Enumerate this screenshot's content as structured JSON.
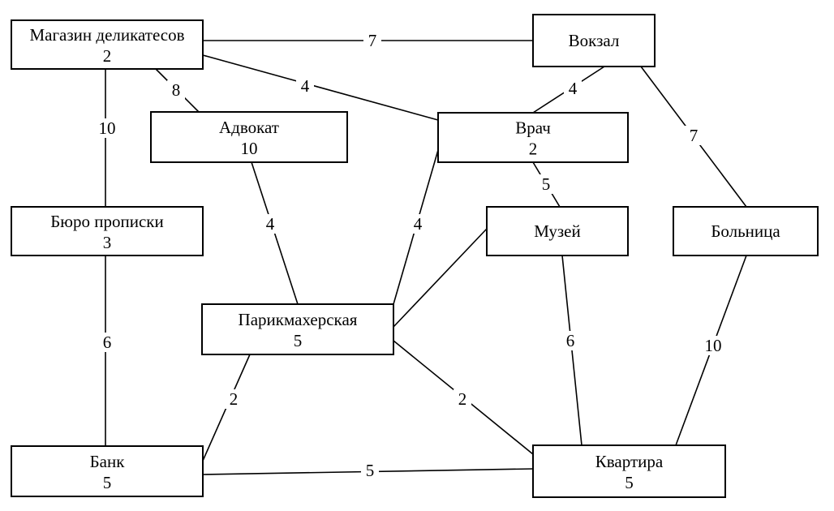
{
  "nodes": [
    {
      "id": "deli",
      "name": "Магазин деликатесов",
      "cost": "2"
    },
    {
      "id": "station",
      "name": "Вокзал",
      "cost": ""
    },
    {
      "id": "lawyer",
      "name": "Адвокат",
      "cost": "10"
    },
    {
      "id": "doctor",
      "name": "Врач",
      "cost": "2"
    },
    {
      "id": "registry",
      "name": "Бюро прописки",
      "cost": "3"
    },
    {
      "id": "museum",
      "name": "Музей",
      "cost": ""
    },
    {
      "id": "hospital",
      "name": "Больница",
      "cost": ""
    },
    {
      "id": "barber",
      "name": "Парикмахерская",
      "cost": "5"
    },
    {
      "id": "bank",
      "name": "Банк",
      "cost": "5"
    },
    {
      "id": "apartment",
      "name": "Квартира",
      "cost": "5"
    }
  ],
  "edges": [
    {
      "from": "deli",
      "to": "station",
      "weight": "7"
    },
    {
      "from": "deli",
      "to": "doctor",
      "weight": "4"
    },
    {
      "from": "deli",
      "to": "lawyer",
      "weight": "8"
    },
    {
      "from": "deli",
      "to": "registry",
      "weight": "10"
    },
    {
      "from": "station",
      "to": "doctor",
      "weight": "4"
    },
    {
      "from": "station",
      "to": "hospital",
      "weight": "7"
    },
    {
      "from": "lawyer",
      "to": "barber",
      "weight": "4"
    },
    {
      "from": "doctor",
      "to": "museum",
      "weight": "5"
    },
    {
      "from": "doctor",
      "to": "barber",
      "weight": "4"
    },
    {
      "from": "registry",
      "to": "bank",
      "weight": "6"
    },
    {
      "from": "museum",
      "to": "barber",
      "weight": ""
    },
    {
      "from": "museum",
      "to": "apartment",
      "weight": "6"
    },
    {
      "from": "hospital",
      "to": "apartment",
      "weight": "10"
    },
    {
      "from": "barber",
      "to": "bank",
      "weight": "2"
    },
    {
      "from": "barber",
      "to": "apartment",
      "weight": "2"
    },
    {
      "from": "bank",
      "to": "apartment",
      "weight": "5"
    }
  ]
}
